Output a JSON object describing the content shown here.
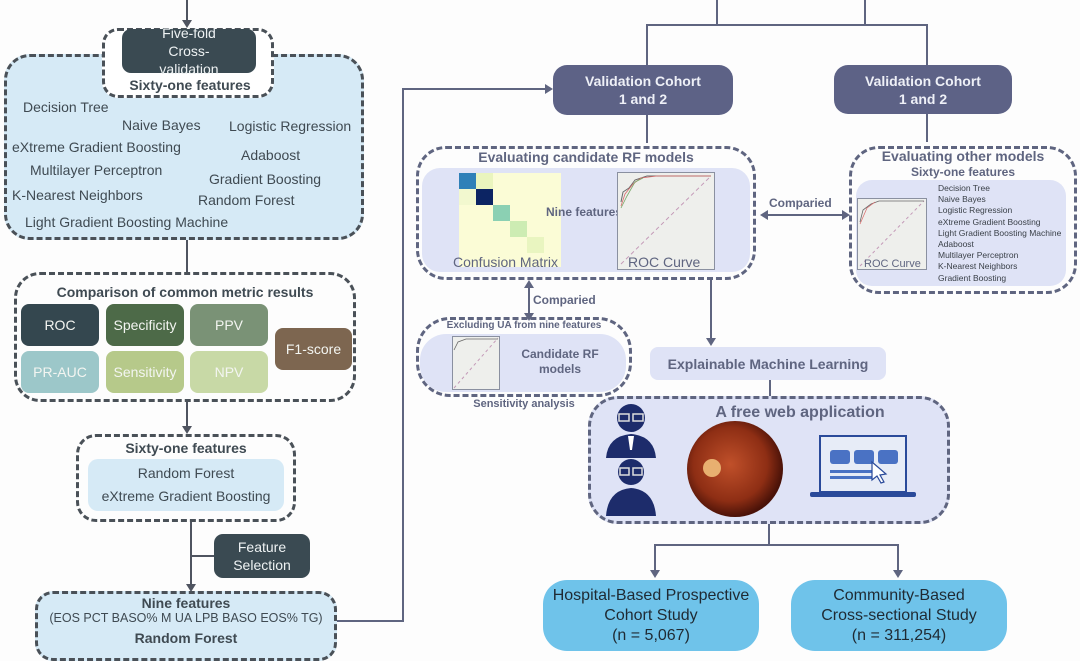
{
  "left": {
    "cv_box": {
      "title": "Five-fold Cross-validation",
      "subtitle": "Sixty-one features"
    },
    "models": [
      "Decision Tree",
      "Naive Bayes",
      "Logistic Regression",
      "eXtreme Gradient Boosting",
      "Adaboost",
      "Multilayer Perceptron",
      "Gradient Boosting",
      "K-Nearest Neighbors",
      "Random Forest",
      "Light Gradient Boosting Machine"
    ],
    "metrics": {
      "title": "Comparison of common metric results",
      "items": [
        {
          "label": "ROC",
          "color": "#34474f"
        },
        {
          "label": "Specificity",
          "color": "#4d6a48"
        },
        {
          "label": "PPV",
          "color": "#7a9276"
        },
        {
          "label": "PR-AUC",
          "color": "#9cc7c9"
        },
        {
          "label": "Sensitivity",
          "color": "#b6c98a"
        },
        {
          "label": "NPV",
          "color": "#c8d9a6"
        },
        {
          "label": "F1-score",
          "color": "#7d6650"
        }
      ]
    },
    "shortlist": {
      "title": "Sixty-one features",
      "models": [
        "Random Forest",
        "eXtreme Gradient Boosting"
      ]
    },
    "feature_selection": "Feature Selection",
    "final": {
      "title": "Nine features",
      "features": "(EOS PCT BASO% M UA LPB BASO EOS% TG)",
      "model": "Random Forest"
    }
  },
  "right": {
    "cohort_left": "Validation Cohort 1 and 2",
    "cohort_right": "Validation Cohort 1 and 2",
    "candidate": {
      "title": "Evaluating candidate RF models",
      "matrix_label": "Confusion Matrix",
      "center_label": "Nine features",
      "roc_label": "ROC Curve"
    },
    "compared_1": "Comparied",
    "other": {
      "title": "Evaluating other models",
      "subtitle": "Sixty-one features",
      "roc_label": "ROC Curve",
      "models": [
        "Decision Tree",
        "Naive Bayes",
        "Logistic Regression",
        "eXtreme Gradient Boosting",
        "Light Gradient Boosting Machine",
        "Adaboost",
        "Multilayer Perceptron",
        "K-Nearest Neighbors",
        "Gradient Boosting"
      ]
    },
    "compared_2": "Comparied",
    "sensitivity": {
      "title": "Excluding UA from nine features",
      "label": "Candidate RF models",
      "caption": "Sensitivity analysis"
    },
    "xml": "Explainable Machine Learning",
    "webapp": {
      "title": "A free web application"
    },
    "studies": [
      {
        "name": "Hospital-Based Prospective Cohort Study",
        "n": "(n = 5,067)"
      },
      {
        "name": "Community-Based Cross-sectional Study",
        "n": "(n = 311,254)"
      }
    ]
  }
}
